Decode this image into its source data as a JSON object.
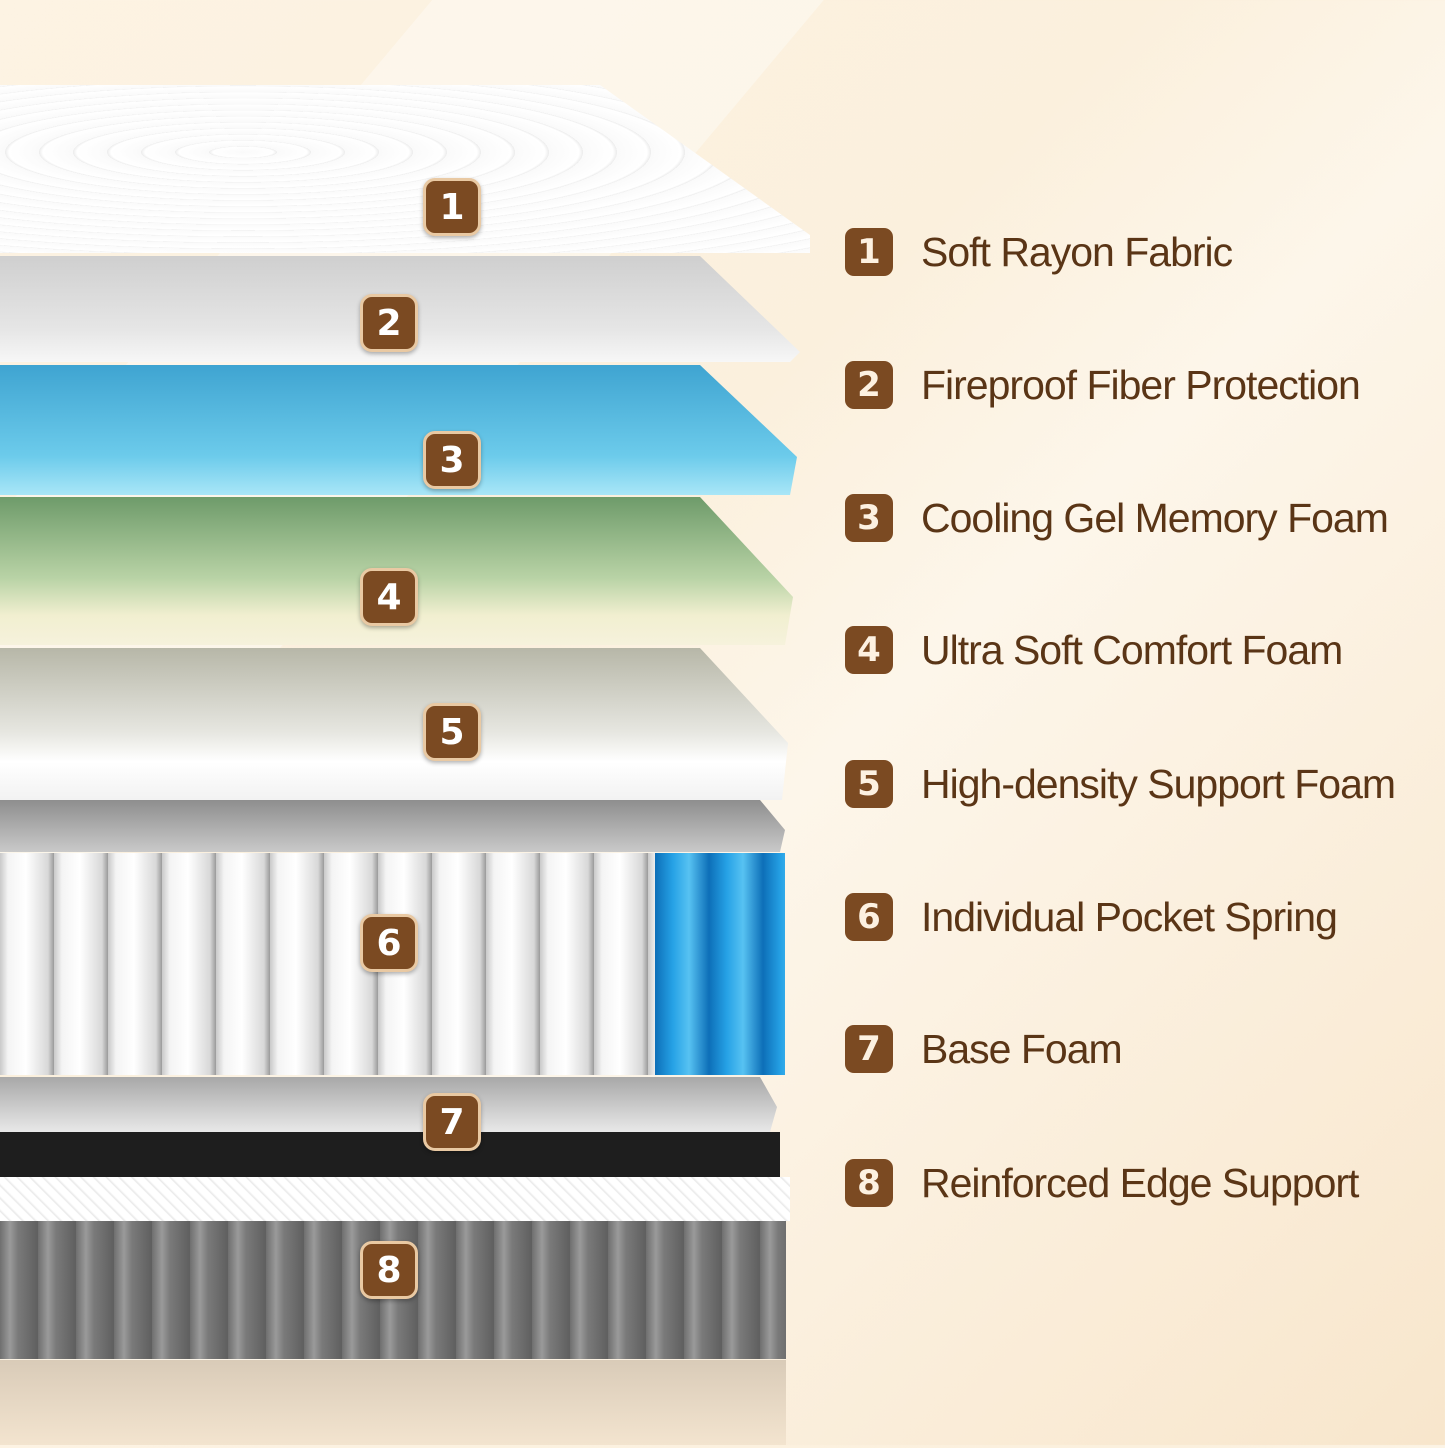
{
  "layers": [
    {
      "number": "1",
      "label": "Soft Rayon Fabric"
    },
    {
      "number": "2",
      "label": "Fireproof Fiber Protection"
    },
    {
      "number": "3",
      "label": "Cooling Gel Memory Foam"
    },
    {
      "number": "4",
      "label": "Ultra Soft Comfort Foam"
    },
    {
      "number": "5",
      "label": "High-density Support Foam"
    },
    {
      "number": "6",
      "label": "Individual Pocket Spring"
    },
    {
      "number": "7",
      "label": "Base Foam"
    },
    {
      "number": "8",
      "label": "Reinforced Edge Support"
    }
  ],
  "colors": {
    "badge": "#7b4a22",
    "text": "#5a3516",
    "gel": "#5cc3e8",
    "comfort": "#b9d3a6"
  }
}
